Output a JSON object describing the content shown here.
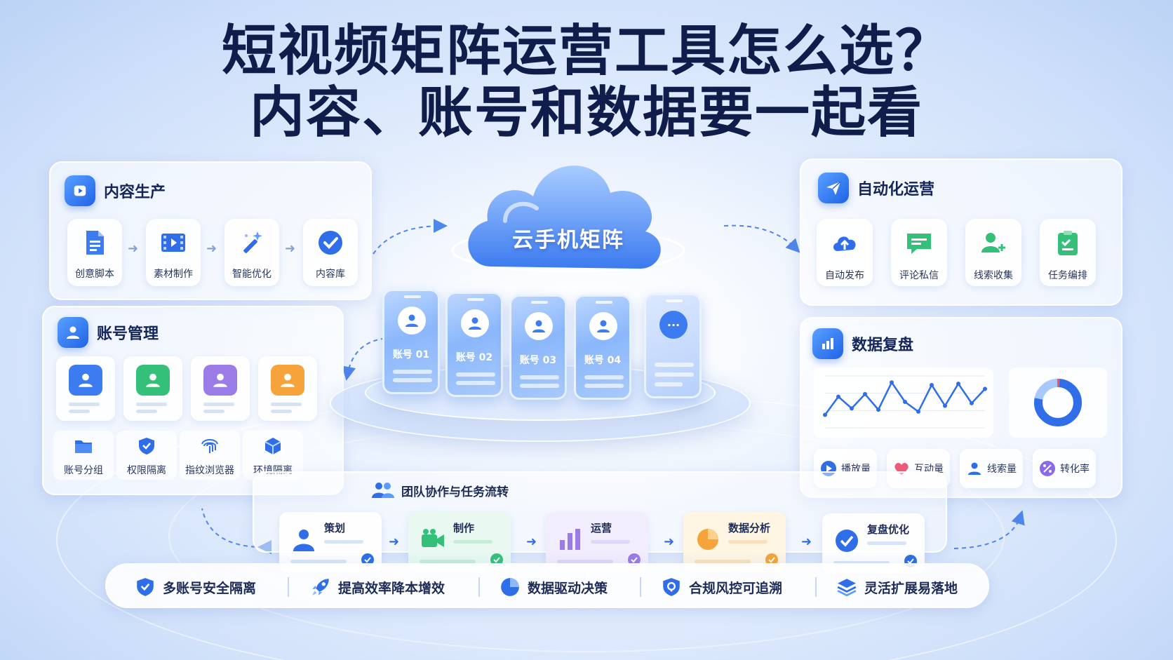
{
  "title": {
    "line1": "短视频矩阵运营工具怎么选？",
    "line2": "内容、账号和数据要一起看"
  },
  "content_production": {
    "title": "内容生产",
    "items": [
      "创意脚本",
      "素材制作",
      "智能优化",
      "内容库"
    ]
  },
  "account_management": {
    "title": "账号管理",
    "features": [
      "账号分组",
      "权限隔离",
      "指纹浏览器",
      "环境隔离"
    ]
  },
  "cloud": {
    "label": "云手机矩阵",
    "phones": [
      "账号 01",
      "账号 02",
      "账号 03",
      "账号 04",
      "···"
    ]
  },
  "automation": {
    "title": "自动化运营",
    "items": [
      "自动发布",
      "评论私信",
      "线索收集",
      "任务编排"
    ]
  },
  "data_review": {
    "title": "数据复盘",
    "metrics": [
      "播放量",
      "互动量",
      "线索量",
      "转化率"
    ],
    "line_values": [
      20,
      48,
      30,
      52,
      28,
      70,
      40,
      25,
      66,
      34,
      68,
      38,
      60
    ],
    "donut_fraction": 0.78
  },
  "team": {
    "title": "团队协作与任务流转",
    "steps": [
      "策划",
      "制作",
      "运营",
      "数据分析",
      "复盘优化"
    ]
  },
  "benefits": [
    "多账号安全隔离",
    "提高效率降本增效",
    "数据驱动决策",
    "合规风控可追溯",
    "灵活扩展易落地"
  ],
  "colors": {
    "brand_blue": "#1f63e6",
    "green": "#35c07a",
    "purple": "#9b7be6",
    "orange": "#f5a33a"
  }
}
